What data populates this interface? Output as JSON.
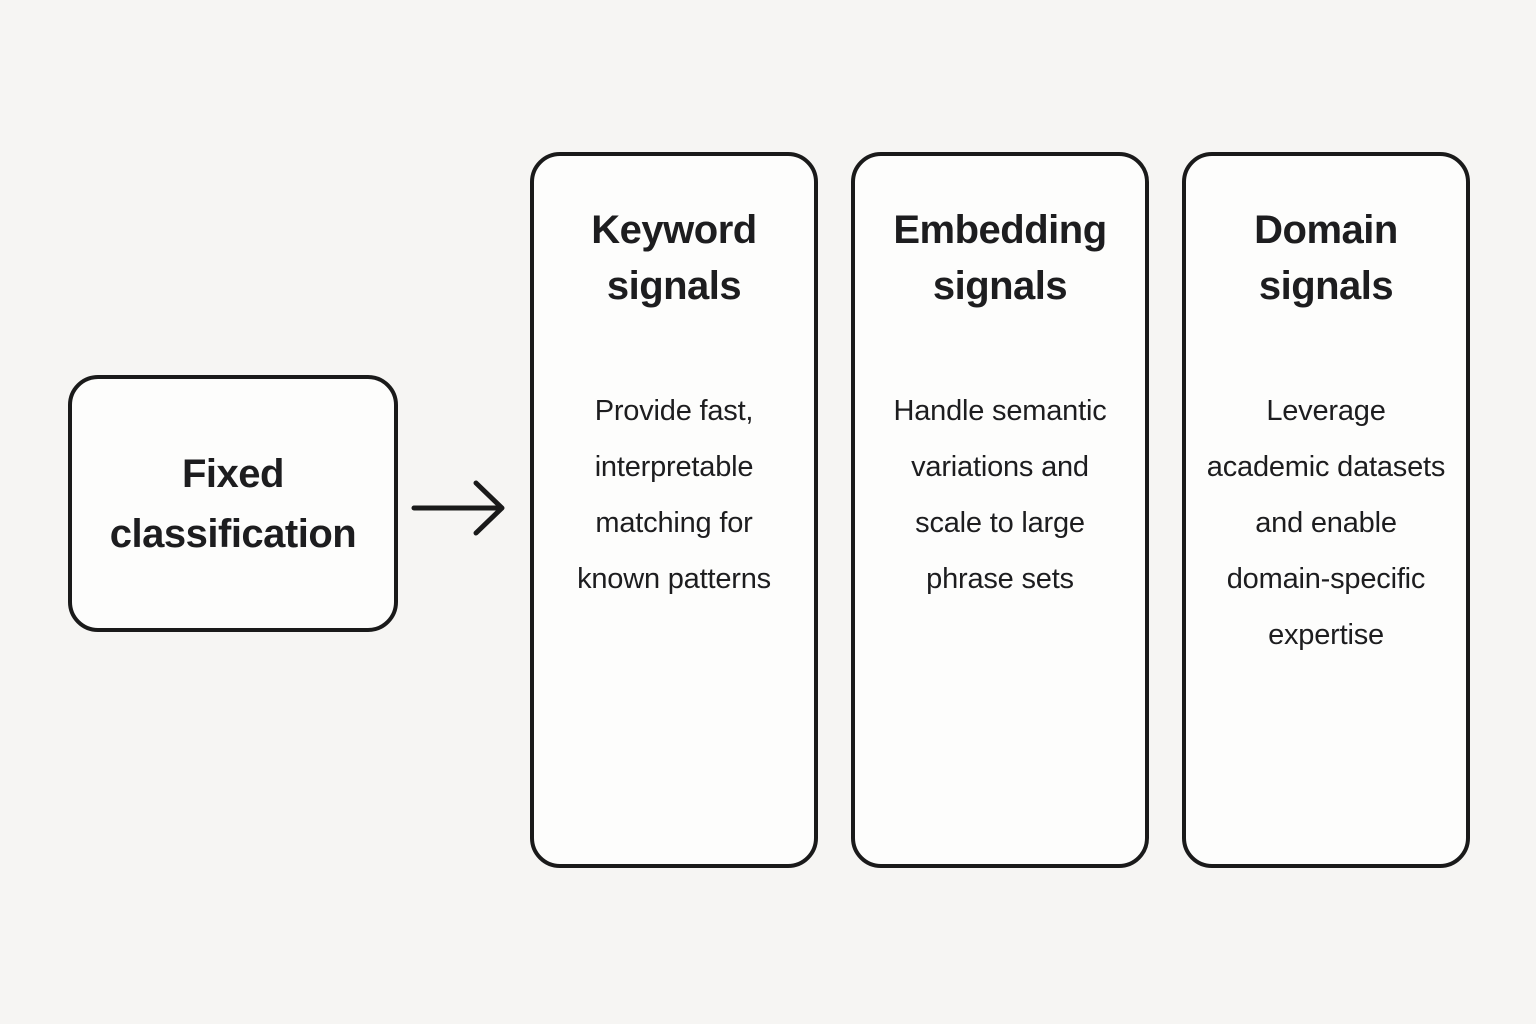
{
  "diagram": {
    "source": {
      "label": "Fixed classification"
    },
    "columns": [
      {
        "title": "Keyword signals",
        "description": "Provide fast, interpretable matching for known patterns"
      },
      {
        "title": "Embedding signals",
        "description": "Handle semantic variations and scale to large phrase sets"
      },
      {
        "title": "Domain signals",
        "description": "Leverage academic datasets and enable domain-specific expertise"
      }
    ]
  },
  "colors": {
    "background": "#f6f5f3",
    "box_fill": "#fdfdfc",
    "border": "#1a1a1a",
    "text": "#1d1d1f"
  }
}
